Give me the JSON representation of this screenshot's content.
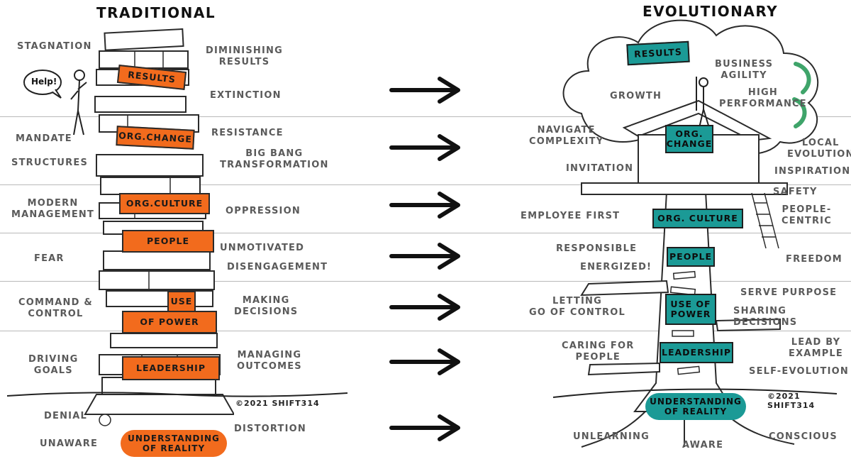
{
  "titles": {
    "left": "TRADITIONAL",
    "right": "EVOLUTIONARY"
  },
  "help_bubble": "Help!",
  "copyright": {
    "left": "©2021 SHIFT314",
    "right": "©2021 SHIFT314"
  },
  "traditional": {
    "levels": [
      "RESULTS",
      "ORG.CHANGE",
      "ORG.CULTURE",
      "PEOPLE",
      "USE",
      "OF POWER",
      "LEADERSHIP",
      "UNDERSTANDING\nOF REALITY"
    ],
    "labels_left": [
      "STAGNATION",
      "MANDATE",
      "STRUCTURES",
      "MODERN\nMANAGEMENT",
      "FEAR",
      "COMMAND &\nCONTROL",
      "DRIVING\nGOALS",
      "DENIAL",
      "UNAWARE"
    ],
    "labels_right": [
      "DIMINISHING\nRESULTS",
      "EXTINCTION",
      "RESISTANCE",
      "BIG BANG\nTRANSFORMATION",
      "OPPRESSION",
      "UNMOTIVATED",
      "DISENGAGEMENT",
      "MAKING\nDECISIONS",
      "MANAGING\nOUTCOMES",
      "DISTORTION"
    ]
  },
  "evolutionary": {
    "levels": [
      "RESULTS",
      "ORG.\nCHANGE",
      "ORG. CULTURE",
      "PEOPLE",
      "USE OF\nPOWER",
      "LEADERSHIP",
      "UNDERSTANDING\nOF REALITY"
    ],
    "labels_left": [
      "GROWTH",
      "NAVIGATE\nCOMPLEXITY",
      "INVITATION",
      "EMPLOYEE FIRST",
      "RESPONSIBLE",
      "ENERGIZED!",
      "LETTING\nGO OF CONTROL",
      "CARING FOR\nPEOPLE",
      "UNLEARNING",
      "AWARE"
    ],
    "labels_right": [
      "BUSINESS\nAGILITY",
      "HIGH\nPERFORMANCE",
      "LOCAL\nEVOLUTION",
      "INSPIRATION",
      "SAFETY",
      "PEOPLE-\nCENTRIC",
      "FREEDOM",
      "SERVE PURPOSE",
      "SHARING DECISIONS",
      "LEAD BY\nEXAMPLE",
      "SELF-EVOLUTION",
      "CONSCIOUS"
    ]
  },
  "colors": {
    "orange": "#f26b1d",
    "teal": "#1b9a96",
    "divider": "#b9b9b9",
    "label_gray": "#5a5a5a"
  },
  "icons": {
    "arrow": "right-arrow-icon"
  }
}
